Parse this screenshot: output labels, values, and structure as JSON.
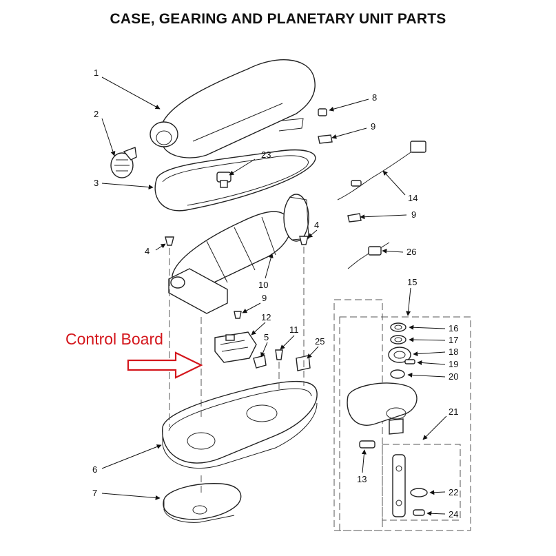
{
  "title": "CASE, GEARING AND PLANETARY UNIT PARTS",
  "annotation": {
    "label": "Control Board",
    "color": "#d4161c"
  },
  "callouts": [
    {
      "key": "p1",
      "text": "1"
    },
    {
      "key": "p2",
      "text": "2"
    },
    {
      "key": "p3",
      "text": "3"
    },
    {
      "key": "p4a",
      "text": "4"
    },
    {
      "key": "p4b",
      "text": "4"
    },
    {
      "key": "p5",
      "text": "5"
    },
    {
      "key": "p6",
      "text": "6"
    },
    {
      "key": "p7",
      "text": "7"
    },
    {
      "key": "p8",
      "text": "8"
    },
    {
      "key": "p9a",
      "text": "9"
    },
    {
      "key": "p9b",
      "text": "9"
    },
    {
      "key": "p9c",
      "text": "9"
    },
    {
      "key": "p10",
      "text": "10"
    },
    {
      "key": "p11",
      "text": "11"
    },
    {
      "key": "p12",
      "text": "12"
    },
    {
      "key": "p13",
      "text": "13"
    },
    {
      "key": "p14",
      "text": "14"
    },
    {
      "key": "p15",
      "text": "15"
    },
    {
      "key": "p16",
      "text": "16"
    },
    {
      "key": "p17",
      "text": "17"
    },
    {
      "key": "p18",
      "text": "18"
    },
    {
      "key": "p19",
      "text": "19"
    },
    {
      "key": "p20",
      "text": "20"
    },
    {
      "key": "p21",
      "text": "21"
    },
    {
      "key": "p22",
      "text": "22"
    },
    {
      "key": "p23",
      "text": "23"
    },
    {
      "key": "p24",
      "text": "24"
    },
    {
      "key": "p25",
      "text": "25"
    },
    {
      "key": "p26",
      "text": "26"
    }
  ]
}
